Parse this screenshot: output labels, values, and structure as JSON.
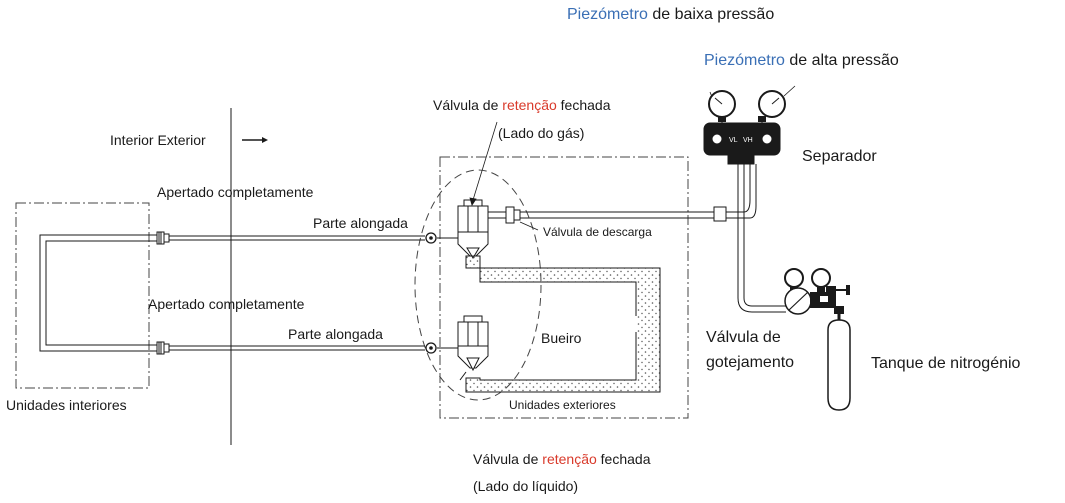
{
  "labels": {
    "gauge_low": {
      "highlight": "Piezómetro",
      "rest": " de baixa pressão"
    },
    "gauge_high": {
      "highlight": "Piezómetro",
      "rest": " de alta pressão"
    },
    "check_valve_gas": {
      "pre": "Válvula de ",
      "highlight": "retenção",
      "post": " fechada",
      "sub": "(Lado do gás)"
    },
    "check_valve_liquid": {
      "pre": "Válvula de ",
      "highlight": "retenção",
      "post": " fechada",
      "sub": "(Lado do líquido)"
    },
    "interior_exterior": "Interior Exterior",
    "separator": "Separador",
    "tightened_top": "Apertado completamente",
    "tightened_bottom": "Apertado completamente",
    "extended_top": "Parte alongada",
    "extended_bottom": "Parte alongada",
    "discharge_valve": "Válvula de descarga",
    "culvert": "Bueiro",
    "drip_valve_line1": "Válvula de",
    "drip_valve_line2": "gotejamento",
    "nitrogen_tank": "Tanque de nitrogénio",
    "indoor_units": "Unidades interiores",
    "outdoor_units": "Unidades exteriores",
    "gauge_vl": "VL",
    "gauge_vh": "VH"
  },
  "colors": {
    "line": "#1a1a1a",
    "highlight_blue": "#3a6fb5",
    "highlight_red": "#d93a2b"
  }
}
